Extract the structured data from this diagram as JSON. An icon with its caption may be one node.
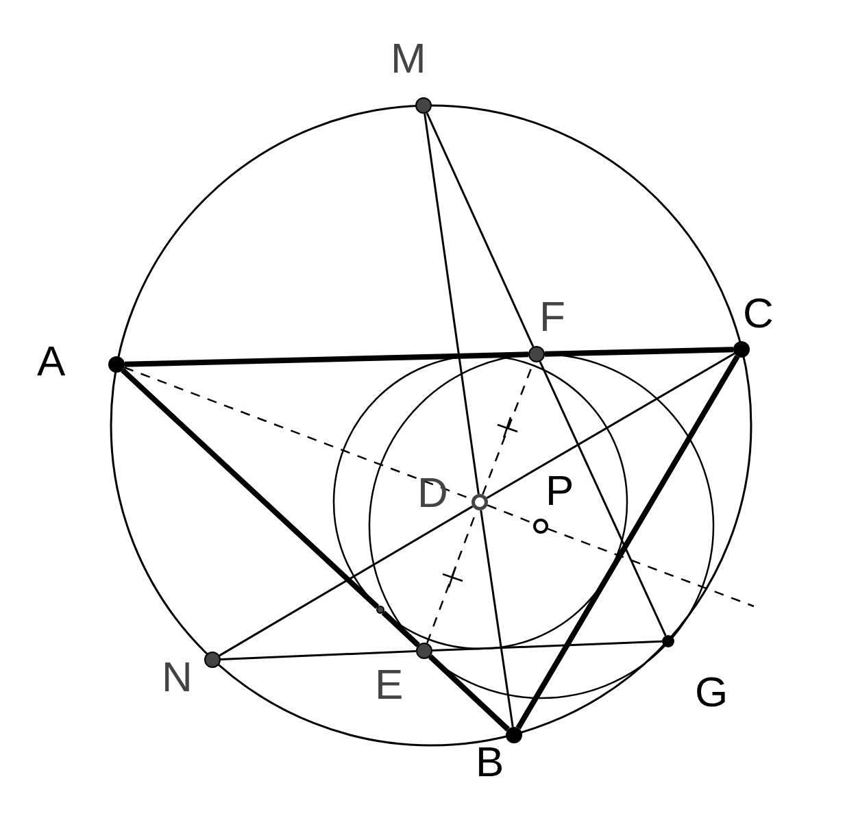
{
  "diagram": {
    "nodes": [
      {
        "text": [
          "M"
        ]
      },
      {
        "text": [
          "C"
        ]
      },
      {
        "text": [
          "F"
        ]
      },
      {
        "text": [
          "A"
        ]
      },
      {
        "text": [
          "D"
        ]
      },
      {
        "text": [
          "P"
        ]
      },
      {
        "text": [
          "N"
        ]
      },
      {
        "text": [
          "E"
        ]
      },
      {
        "text": [
          "G"
        ]
      },
      {
        "text": [
          "B"
        ]
      },
      {
        "text": [],
        "shape": "circle"
      }
    ],
    "edges": [
      {
        "from": 3,
        "to": 2,
        "arrow": "none",
        "style": "thick"
      },
      {
        "from": 2,
        "to": 1,
        "arrow": "none",
        "style": "thick"
      },
      {
        "from": 3,
        "to": 10,
        "arrow": "none",
        "style": "thick"
      },
      {
        "from": 10,
        "to": 7,
        "arrow": "none",
        "style": "thick"
      },
      {
        "from": 7,
        "to": 9,
        "arrow": "none",
        "style": "thick"
      },
      {
        "from": 1,
        "to": 9,
        "arrow": "none",
        "style": "thick"
      },
      {
        "from": 0,
        "to": 4,
        "arrow": "none"
      },
      {
        "from": 4,
        "to": 9,
        "arrow": "none"
      },
      {
        "from": 0,
        "to": 2,
        "arrow": "none"
      },
      {
        "from": 2,
        "to": 8,
        "arrow": "none"
      },
      {
        "from": 6,
        "to": 4,
        "arrow": "none"
      },
      {
        "from": 4,
        "to": 1,
        "arrow": "none"
      },
      {
        "from": 6,
        "to": 7,
        "arrow": "none"
      },
      {
        "from": 7,
        "to": 8,
        "arrow": "none"
      },
      {
        "from": 7,
        "to": 4,
        "arrow": "none",
        "style": "dashed"
      },
      {
        "from": 4,
        "to": 2,
        "arrow": "none",
        "style": "dashed"
      },
      {
        "from": 3,
        "to": 4,
        "arrow": "none",
        "style": "dashed"
      },
      {
        "from": 4,
        "to": 5,
        "arrow": "none",
        "style": "dashed"
      },
      {
        "from": 5,
        "to": null,
        "arrow": "none",
        "style": "dashed"
      }
    ]
  }
}
